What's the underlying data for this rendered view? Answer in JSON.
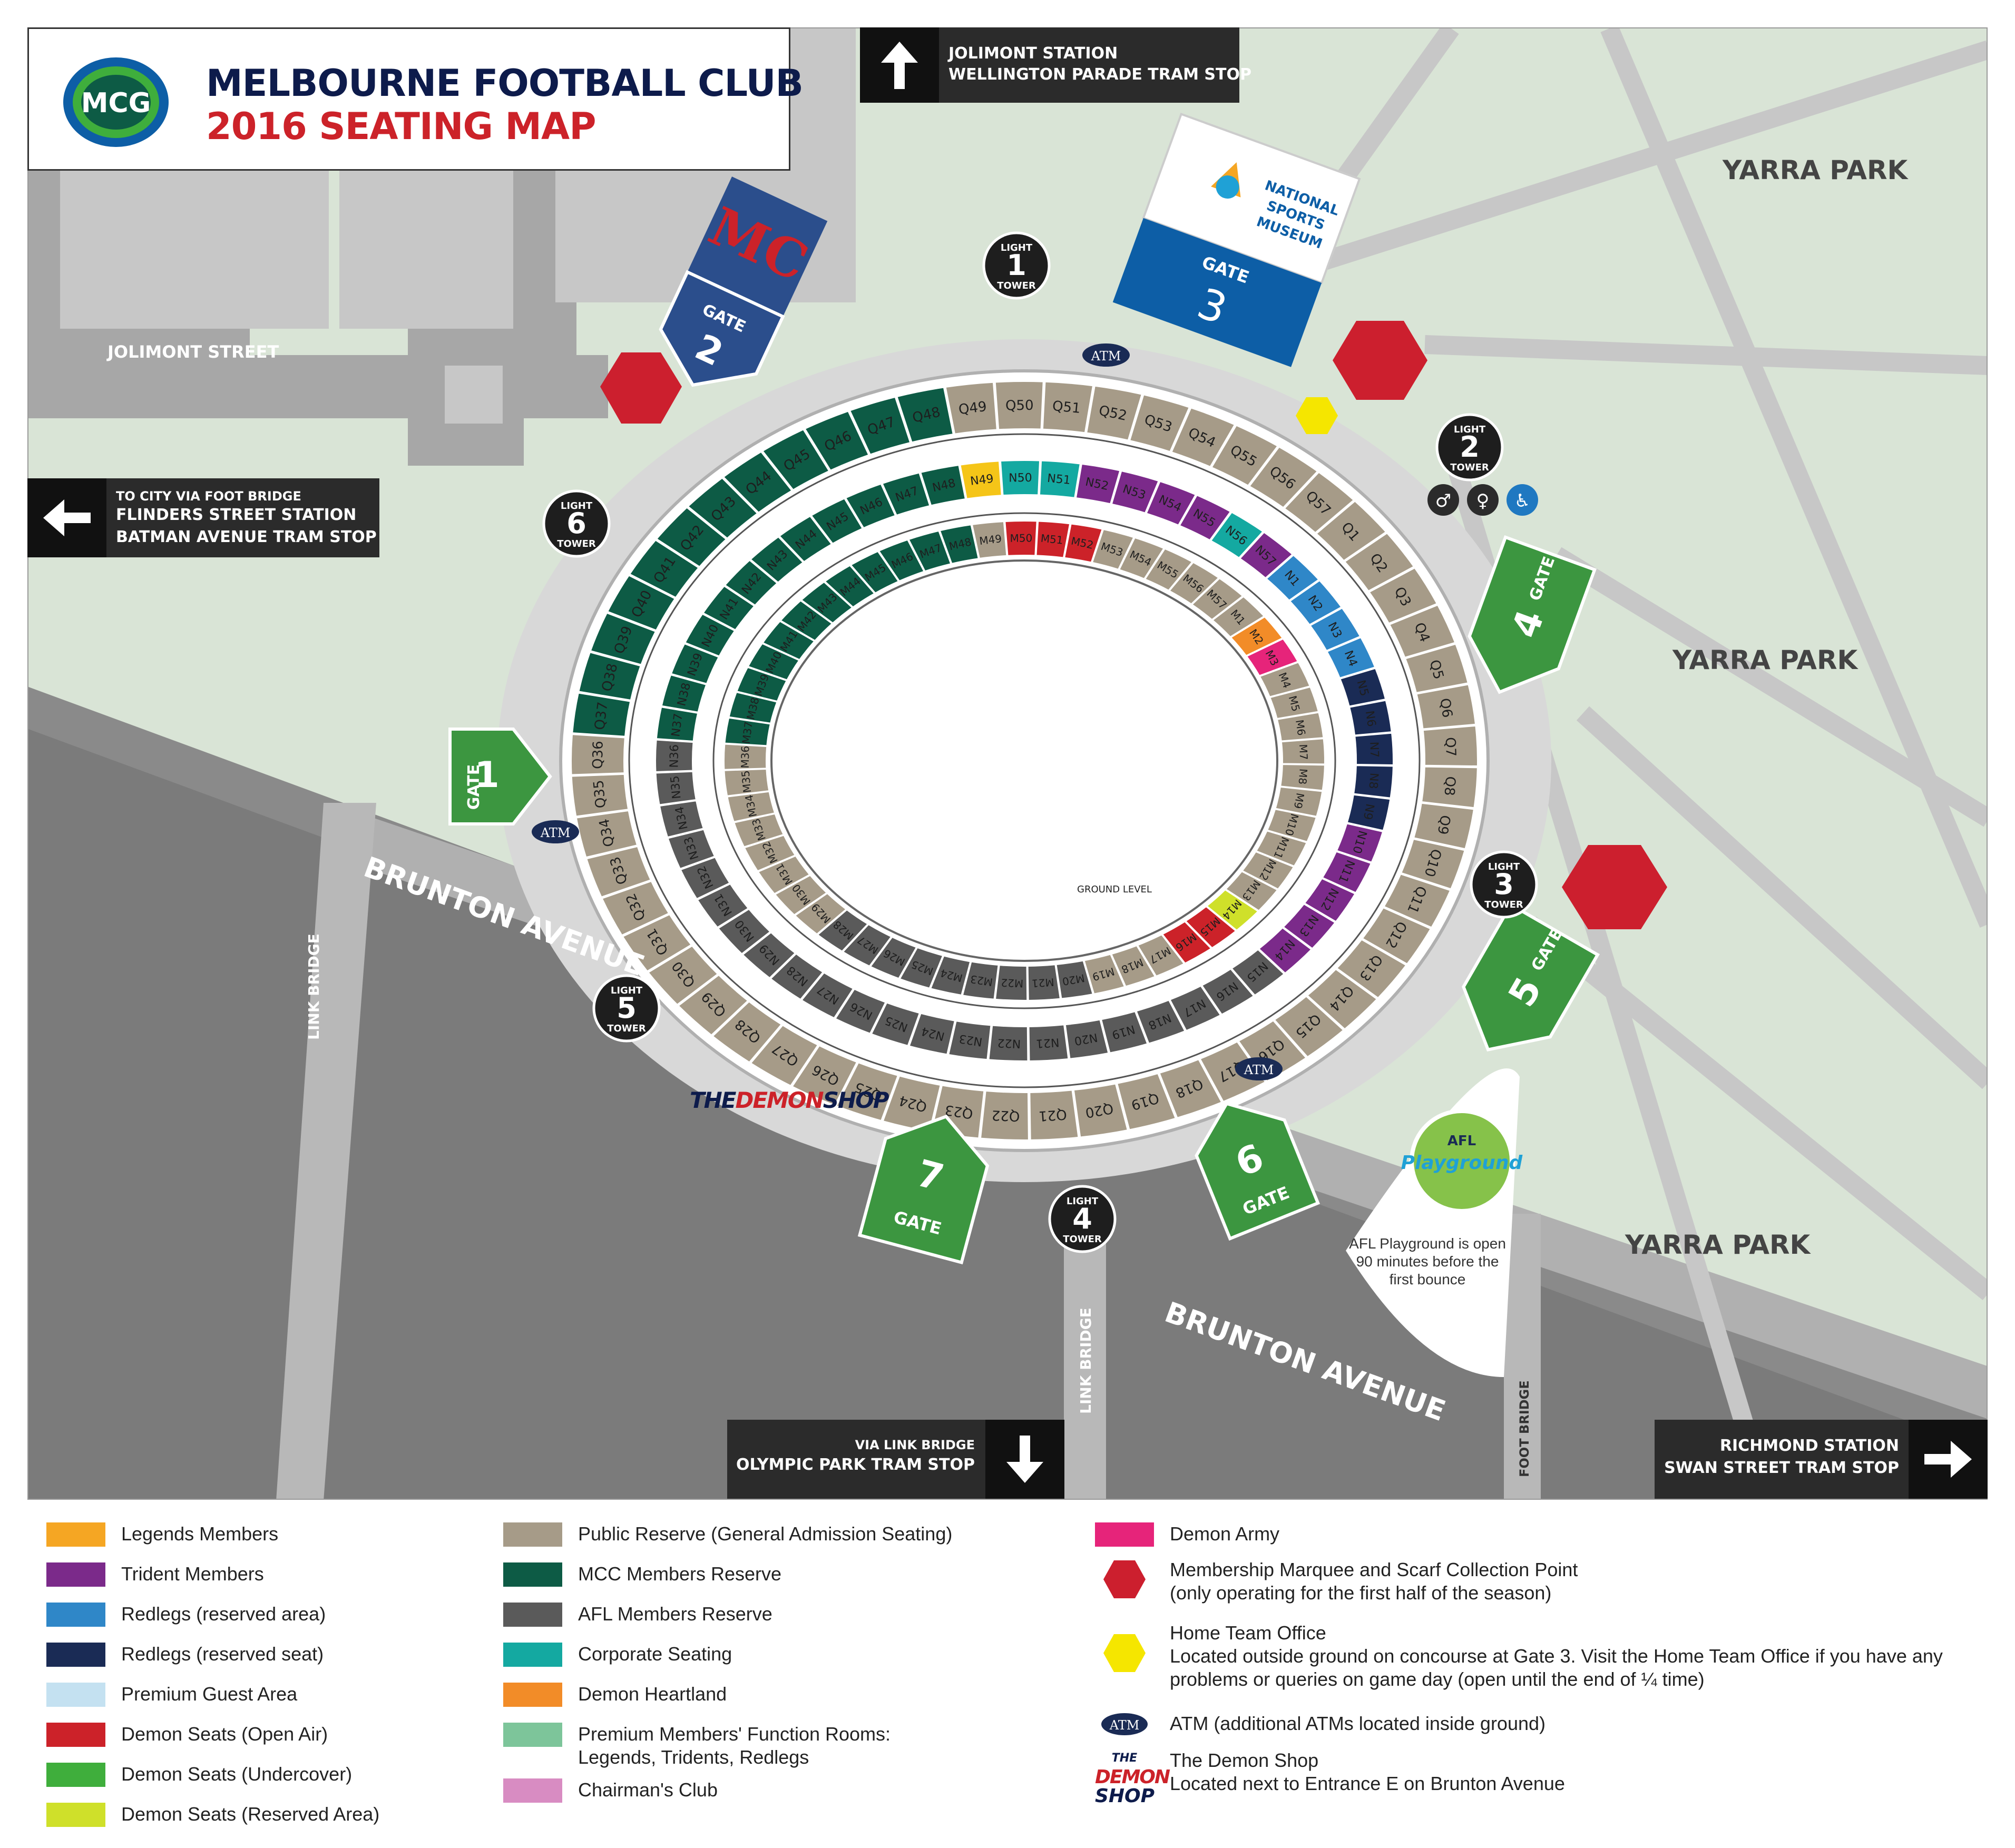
{
  "title": {
    "line1": "MELBOURNE FOOTBALL CLUB",
    "line2": "2016 SEATING MAP",
    "logo_text": "MCG"
  },
  "directions": {
    "north": {
      "line1": "JOLIMONT STATION",
      "line2": "WELLINGTON PARADE TRAM STOP"
    },
    "west": {
      "line0": "TO CITY VIA FOOT BRIDGE",
      "line1": "FLINDERS STREET STATION",
      "line2": "BATMAN AVENUE TRAM STOP"
    },
    "south": {
      "line0": "VIA LINK BRIDGE",
      "line1": "OLYMPIC PARK TRAM STOP"
    },
    "east": {
      "line1": "RICHMOND STATION",
      "line2": "SWAN STREET TRAM STOP"
    }
  },
  "areas": {
    "yarra_park_1": "YARRA PARK",
    "yarra_park_2": "YARRA PARK",
    "yarra_park_3": "YARRA PARK",
    "jolimont_street": "JOLIMONT STREET",
    "brunton_avenue_1": "BRUNTON AVENUE",
    "brunton_avenue_2": "BRUNTON AVENUE",
    "link_bridge_1": "LINK BRIDGE",
    "link_bridge_2": "LINK BRIDGE",
    "foot_bridge": "FOOT BRIDGE"
  },
  "gates": [
    {
      "word": "GATE",
      "num": "1"
    },
    {
      "word": "GATE",
      "num": "2"
    },
    {
      "word": "GATE",
      "num": "3"
    },
    {
      "word": "GATE",
      "num": "4"
    },
    {
      "word": "GATE",
      "num": "5"
    },
    {
      "word": "GATE",
      "num": "6"
    },
    {
      "word": "GATE",
      "num": "7"
    }
  ],
  "museum": {
    "l1": "NATIONAL",
    "l2": "SPORTS",
    "l3": "MUSEUM"
  },
  "light_towers": [
    {
      "l1": "LIGHT",
      "num": "1",
      "l2": "TOWER"
    },
    {
      "l1": "LIGHT",
      "num": "2",
      "l2": "TOWER"
    },
    {
      "l1": "LIGHT",
      "num": "3",
      "l2": "TOWER"
    },
    {
      "l1": "LIGHT",
      "num": "4",
      "l2": "TOWER"
    },
    {
      "l1": "LIGHT",
      "num": "5",
      "l2": "TOWER"
    },
    {
      "l1": "LIGHT",
      "num": "6",
      "l2": "TOWER"
    }
  ],
  "atm_label": "ATM",
  "playground": {
    "logo1": "AFL",
    "logo2": "Playground",
    "note1": "AFL Playground is open",
    "note2": "90 minutes before the",
    "note3": "first bounce"
  },
  "demon_shop_map": {
    "a": "THE",
    "b": "DEMON",
    "c": "SHOP"
  },
  "ground_level": "GROUND LEVEL",
  "colors": {
    "grass": "#d9e4d6",
    "road": "#a7a7a7",
    "road_light": "#c7c7c7",
    "rail": "#8a8a8a",
    "public": "#a69b88",
    "mcc": "#0d5b45",
    "afl": "#5a5a5a",
    "gate_green": "#3c9640",
    "marquee": "#cc1f2e",
    "office": "#f5e600",
    "dark_box": "#2b2b2b"
  },
  "sections": {
    "outer": [
      "Q49",
      "Q50",
      "Q51",
      "Q52",
      "Q53",
      "Q54",
      "Q55",
      "Q56",
      "Q57",
      "Q1",
      "Q2",
      "Q3",
      "Q4",
      "Q5",
      "Q6",
      "Q7",
      "Q8",
      "Q9",
      "Q10",
      "Q11",
      "Q12",
      "Q13",
      "Q14",
      "Q15",
      "Q16",
      "Q17",
      "Q18",
      "Q19",
      "Q20",
      "Q21",
      "Q22",
      "Q23",
      "Q24",
      "Q25",
      "Q26",
      "Q27",
      "Q28",
      "Q29",
      "Q30",
      "Q31",
      "Q32",
      "Q33",
      "Q34",
      "Q35",
      "Q36",
      "Q37",
      "Q38",
      "Q39",
      "Q40",
      "Q41",
      "Q42",
      "Q43",
      "Q44",
      "Q45",
      "Q46",
      "Q47",
      "Q48"
    ],
    "middle": [
      "N49",
      "N50",
      "N51",
      "N52",
      "N53",
      "N54",
      "N55",
      "N56",
      "N57",
      "N1",
      "N2",
      "N3",
      "N4",
      "N5",
      "N6",
      "N7",
      "N8",
      "N9",
      "N10",
      "N11",
      "N12",
      "N13",
      "N14",
      "N15",
      "N16",
      "N17",
      "N18",
      "N19",
      "N20",
      "N21",
      "N22",
      "N23",
      "N24",
      "N25",
      "N26",
      "N27",
      "N28",
      "N29",
      "N30",
      "N31",
      "N32",
      "N33",
      "N34",
      "N35",
      "N36",
      "N37",
      "N38",
      "N39",
      "N40",
      "N41",
      "N42",
      "N43",
      "N44",
      "N45",
      "N46",
      "N47",
      "N48"
    ],
    "inner": [
      "M49",
      "M50",
      "M51",
      "M52",
      "M53",
      "M54",
      "M55",
      "M56",
      "M57",
      "M1",
      "M2",
      "M3",
      "M4",
      "M5",
      "M6",
      "M7",
      "M8",
      "M9",
      "M10",
      "M11",
      "M12",
      "M13",
      "M14",
      "M15",
      "M16",
      "M17",
      "M18",
      "M19",
      "M20",
      "M21",
      "M22",
      "M23",
      "M24",
      "M25",
      "M26",
      "M27",
      "M28",
      "M29",
      "M30",
      "M31",
      "M32",
      "M33",
      "M34",
      "M35",
      "M36",
      "M37",
      "M38",
      "M39",
      "M40",
      "M41",
      "M42",
      "M43",
      "M44",
      "M45",
      "M46",
      "M47",
      "M48"
    ]
  },
  "legend": {
    "col1": [
      {
        "label": "Legends Members",
        "color": "#f5a623"
      },
      {
        "label": "Trident Members",
        "color": "#7b2a8a"
      },
      {
        "label": "Redlegs (reserved area)",
        "color": "#2f87c8"
      },
      {
        "label": "Redlegs (reserved seat)",
        "color": "#1a2b55"
      },
      {
        "label": "Premium Guest Area",
        "color": "#c4e1f1"
      },
      {
        "label": "Demon Seats (Open Air)",
        "color": "#cc2229"
      },
      {
        "label": "Demon Seats (Undercover)",
        "color": "#3fae3c"
      },
      {
        "label": "Demon Seats (Reserved Area)",
        "color": "#cfe02a"
      }
    ],
    "col2": [
      {
        "label": "Public Reserve (General Admission Seating)",
        "color": "#a69b88"
      },
      {
        "label": "MCC Members Reserve",
        "color": "#0d5b45"
      },
      {
        "label": "AFL Members Reserve",
        "color": "#5a5a5a"
      },
      {
        "label": "Corporate Seating",
        "color": "#14a9a1"
      },
      {
        "label": "Demon Heartland",
        "color": "#f28c28"
      },
      {
        "label": "Premium Members' Function Rooms:",
        "label2": "Legends, Tridents, Redlegs",
        "color": "#7dc59a"
      },
      {
        "label": "Chairman's Club",
        "color": "#d88cc2"
      }
    ],
    "col3": {
      "army": {
        "label": "Demon Army",
        "color": "#e6247a"
      },
      "marquee": {
        "label": "Membership Marquee and Scarf Collection Point",
        "label2": "(only operating for the first half of the season)"
      },
      "office": {
        "label": "Home Team Office",
        "label2": "Located outside ground on concourse at Gate 3. Visit the Home Team Office if you have any",
        "label3": "problems or queries on game day (open until the end of ¼ time)"
      },
      "atm": {
        "label": "ATM (additional ATMs located inside ground)"
      },
      "shop": {
        "label": "The Demon Shop",
        "label2": "Located next to Entrance E on Brunton Avenue",
        "logo1": "THE",
        "logo2": "DEMON",
        "logo3": "SHOP"
      }
    }
  }
}
